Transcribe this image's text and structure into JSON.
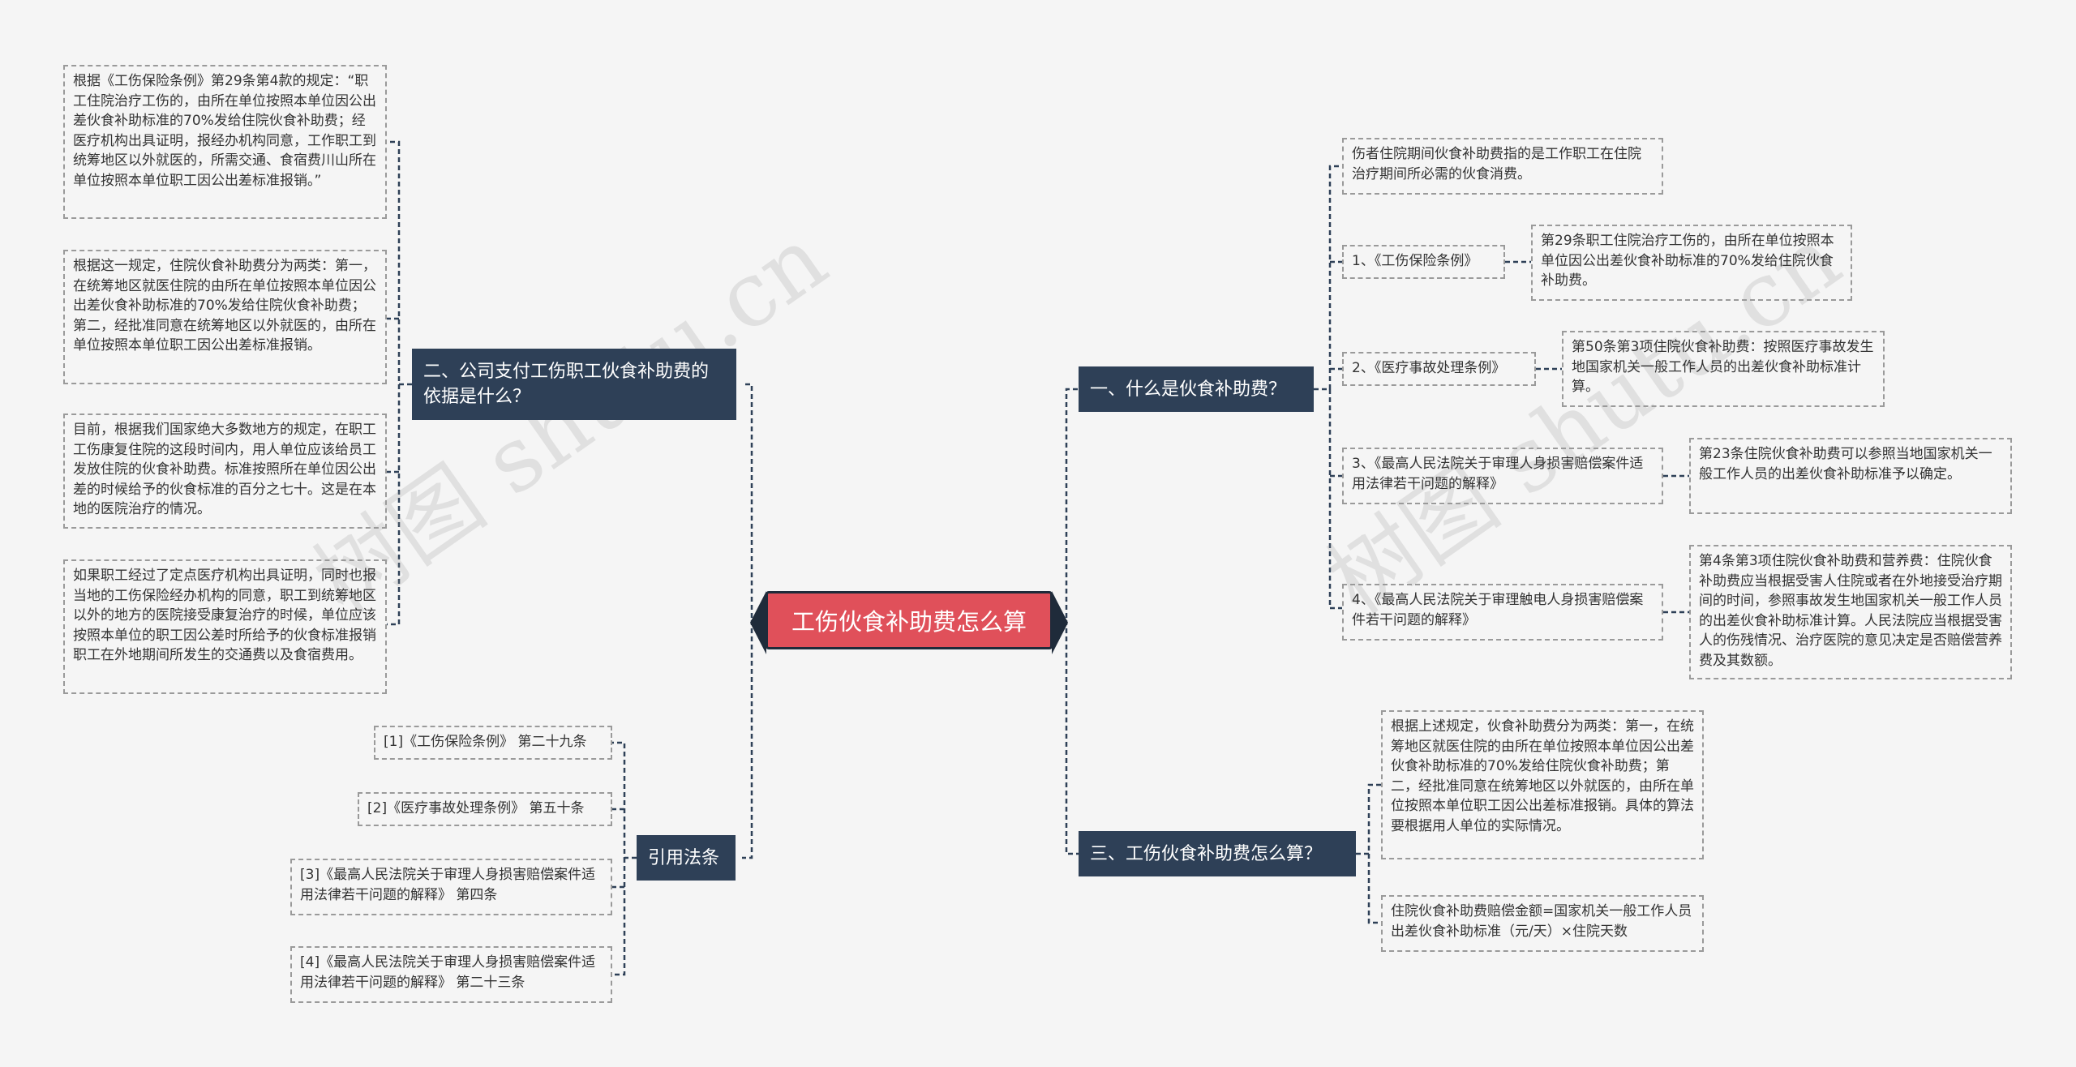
{
  "root": {
    "title": "工伤伙食补助费怎么算"
  },
  "branches": {
    "b1": {
      "title": "一、什么是伙食补助费？"
    },
    "b2": {
      "title": "二、公司支付工伤职工伙食补助费的依据是什么？"
    },
    "b3": {
      "title": "三、工伤伙食补助费怎么算？"
    },
    "b4": {
      "title": "引用法条"
    }
  },
  "leaves": {
    "b1_def": "伤者住院期间伙食补助费指的是工作职工在住院治疗期间所必需的伙食消费。",
    "b1_l1": "1、《工伤保险条例》",
    "b1_l1d": "第29条职工住院治疗工伤的，由所在单位按照本单位因公出差伙食补助标准的70%发给住院伙食补助费。",
    "b1_l2": "2、《医疗事故处理条例》",
    "b1_l2d": "第50条第3项住院伙食补助费：按照医疗事故发生地国家机关一般工作人员的出差伙食补助标准计算。",
    "b1_l3": "3、《最高人民法院关于审理人身损害赔偿案件适用法律若干问题的解释》",
    "b1_l3d": "第23条住院伙食补助费可以参照当地国家机关一般工作人员的出差伙食补助标准予以确定。",
    "b1_l4": "4、《最高人民法院关于审理触电人身损害赔偿案件若干问题的解释》",
    "b1_l4d": "第4条第3项住院伙食补助费和营养费：住院伙食补助费应当根据受害人住院或者在外地接受治疗期间的时间，参照事故发生地国家机关一般工作人员的出差伙食补助标准计算。人民法院应当根据受害人的伤残情况、治疗医院的意见决定是否赔偿营养费及其数额。",
    "b2_l1": "根据《工伤保险条例》第29条第4款的规定：“职工住院治疗工伤的，由所在单位按照本单位因公出差伙食补助标准的70%发给住院伙食补助费；经医疗机构出具证明，报经办机构同意，工作职工到统筹地区以外就医的，所需交通、食宿费川山所在单位按照本单位职工因公出差标准报销。”",
    "b2_l2": "根据这一规定，住院伙食补助费分为两类：第一，在统筹地区就医住院的由所在单位按照本单位因公出差伙食补助标准的70%发给住院伙食补助费；第二，经批准同意在统筹地区以外就医的，由所在单位按照本单位职工因公出差标准报销。",
    "b2_l3": "目前，根据我们国家绝大多数地方的规定，在职工工伤康复住院的这段时间内，用人单位应该给员工发放住院的伙食补助费。标准按照所在单位因公出差的时候给予的伙食标准的百分之七十。这是在本地的医院治疗的情况。",
    "b2_l4": "如果职工经过了定点医疗机构出具证明，同时也报当地的工伤保险经办机构的同意，职工到统筹地区以外的地方的医院接受康复治疗的时候，单位应该按照本单位的职工因公差时所给予的伙食标准报销职工在外地期间所发生的交通费以及食宿费用。",
    "b3_l1": "根据上述规定，伙食补助费分为两类：第一，在统筹地区就医住院的由所在单位按照本单位因公出差伙食补助标准的70%发给住院伙食补助费；第二，经批准同意在统筹地区以外就医的，由所在单位按照本单位职工因公出差标准报销。具体的算法要根据用人单位的实际情况。",
    "b3_l2": "住院伙食补助费赔偿金额=国家机关一般工作人员出差伙食补助标准（元/天）×住院天数",
    "b4_l1": "[1]《工伤保险条例》 第二十九条",
    "b4_l2": "[2]《医疗事故处理条例》 第五十条",
    "b4_l3": "[3]《最高人民法院关于审理人身损害赔偿案件适用法律若干问题的解释》 第四条",
    "b4_l4": "[4]《最高人民法院关于审理人身损害赔偿案件适用法律若干问题的解释》 第二十三条"
  },
  "watermarks": [
    "树图 shutu.cn",
    "树图 shutu.cn"
  ],
  "colors": {
    "root": "#e0505a",
    "branch": "#2e4057",
    "edge": "#2e4057",
    "leaf_border": "#9a9a9a"
  }
}
